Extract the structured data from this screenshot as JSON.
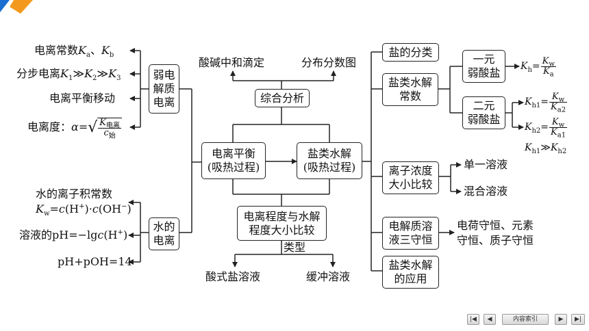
{
  "colors": {
    "accent_blue": "#1a6fd1",
    "accent_orange": "#f39a1e",
    "line": "#222222"
  },
  "left_top": {
    "ionization_constant": "电离常数",
    "ka": "K",
    "ka_sub": "a",
    "ka_sep": "、",
    "kb": "K",
    "kb_sub": "b",
    "stepwise_prefix": "分步电离",
    "k1": "K",
    "k1_sub": "1",
    "gg": "≫",
    "k2": "K",
    "k2_sub": "2",
    "k3": "K",
    "k3_sub": "3",
    "equilibrium_shift": "电离平衡移动",
    "degree_prefix": "电离度：",
    "alpha": "α",
    "eq": "=",
    "degree_num": "K",
    "degree_num_sub": "电离",
    "degree_den": "c",
    "degree_den_sub": "始"
  },
  "left_bottom": {
    "water_ion_product": "水的离子积常数",
    "kw": "K",
    "kw_sub": "w",
    "kw_expr_a": "=",
    "kw_c1": "c",
    "kw_h": "(H",
    "kw_plus": "+",
    "kw_dot": ")·",
    "kw_c2": "c",
    "kw_oh": "(OH",
    "kw_minus": "−",
    "kw_close": ")",
    "ph_text": "溶液的pH=−lg",
    "ph_c": "c",
    "ph_h": "(H",
    "ph_plus": "+",
    "ph_close": ")",
    "ph_poh": "pH+pOH=14"
  },
  "boxes": {
    "weak_electrolyte": [
      "弱电",
      "解质",
      "电离"
    ],
    "water_ionization": [
      "水的",
      "电离"
    ],
    "ionization_equilibrium": [
      "电离平衡",
      "(吸热过程)"
    ],
    "salt_hydrolysis": [
      "盐类水解",
      "(吸热过程)"
    ],
    "comprehensive": [
      "综合分析"
    ],
    "degree_compare": [
      "电离程度与水解",
      "程度大小比较"
    ],
    "salt_classification": [
      "盐的分类"
    ],
    "hydrolysis_constant": [
      "盐类水解",
      "常数"
    ],
    "monoprotic_weak_acid_salt": [
      "一元",
      "弱酸盐"
    ],
    "diprotic_weak_acid_salt": [
      "二元",
      "弱酸盐"
    ],
    "ion_concentration_compare": [
      "离子浓度",
      "大小比较"
    ],
    "three_conservations": [
      "电解质溶",
      "液三守恒"
    ],
    "hydrolysis_applications": [
      "盐类水解",
      "的应用"
    ]
  },
  "top_labels": {
    "acid_base_titration": "酸碱中和滴定",
    "distribution_fraction": "分布分数图"
  },
  "bottom_labels": {
    "type": "类型",
    "acid_salt_solution": "酸式盐溶液",
    "buffer_solution": "缓冲溶液"
  },
  "right_labels": {
    "single_solution": "单一溶液",
    "mixed_solution": "混合溶液",
    "conservation_line1": "电荷守恒、元素",
    "conservation_line2": "守恒、质子守恒"
  },
  "formulas": {
    "kh": "K",
    "kh_sub": "h",
    "kh_num": "K",
    "kh_num_sub": "w",
    "kh_den": "K",
    "kh_den_sub": "a",
    "kh1": "K",
    "kh1_sub": "h1",
    "kh1_num": "K",
    "kh1_num_sub": "w",
    "kh1_den": "K",
    "kh1_den_sub": "a2",
    "kh2": "K",
    "kh2_sub": "h2",
    "kh2_num": "K",
    "kh2_num_sub": "w",
    "kh2_den": "K",
    "kh2_den_sub": "a1",
    "cmp_a": "K",
    "cmp_a_sub": "h1",
    "cmp_gg": "≫",
    "cmp_b": "K",
    "cmp_b_sub": "h2",
    "eq": "="
  },
  "nav": {
    "first_icon": "first-page-icon",
    "prev_icon": "previous-page-icon",
    "index_label": "内容索引",
    "next_icon": "next-page-icon",
    "last_icon": "last-page-icon",
    "first": "|◀",
    "prev": "◀",
    "next": "▶",
    "last": "▶|"
  }
}
